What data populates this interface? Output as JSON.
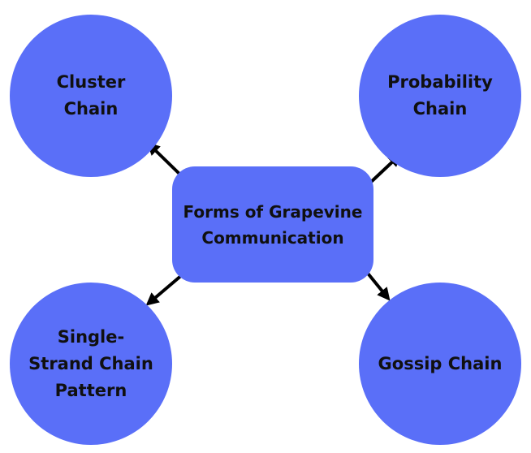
{
  "diagram": {
    "center": {
      "label": "Forms of Grapevine\nCommunication"
    },
    "nodes": [
      {
        "id": "cluster",
        "label": "Cluster\nChain"
      },
      {
        "id": "probability",
        "label": "Probability\nChain"
      },
      {
        "id": "single-strand",
        "label": "Single-\nStrand Chain\nPattern"
      },
      {
        "id": "gossip",
        "label": "Gossip Chain"
      }
    ],
    "colors": {
      "node_fill": "#5a6ff8",
      "arrow": "#000000",
      "text": "#101010",
      "background": "#ffffff"
    }
  }
}
